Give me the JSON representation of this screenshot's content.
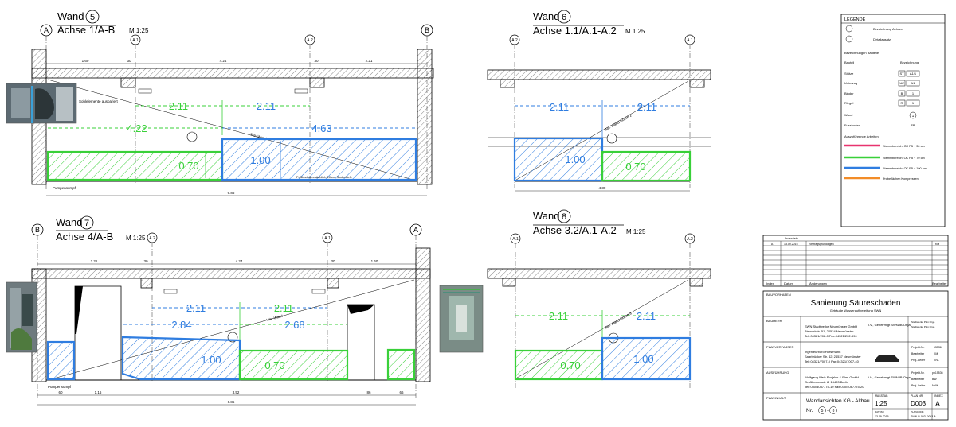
{
  "walls": [
    {
      "key": "w5",
      "num": "5",
      "title": "Wand",
      "axis": "Achse 1/A-B",
      "scale": "M 1:25",
      "axes": [
        "A",
        "A.1",
        "A.2",
        "B"
      ],
      "top_dims": [
        "1.60",
        "30",
        "4.24",
        "30",
        "2.21"
      ],
      "green_top": [
        "2.11",
        "2.11"
      ],
      "green_mid": "4.22",
      "blue_mid": "4.63",
      "green_zone": "0.70",
      "blue_zone": "1.00",
      "bottom_dim": "6.85",
      "note_left": "Sohlelemente auspariert",
      "note_pump": "Pumpensumpf",
      "note_floor": "Fußboden ursächlich 10 cm Sockeltiefe",
      "note_wall": "Wa- Wand"
    },
    {
      "key": "w6",
      "num": "6",
      "title": "Wand",
      "axis": "Achse 1.1/A.1-A.2",
      "scale": "M 1:25",
      "axes": [
        "A.2",
        "A.1"
      ],
      "green_top": [
        "2.11",
        "2.11"
      ],
      "green_zone": "0.70",
      "blue_zone": "1.00",
      "bottom_dim": "4.30",
      "note_wall": "Wa- Wand Achse 1"
    },
    {
      "key": "w7",
      "num": "7",
      "title": "Wand",
      "axis": "Achse 4/A-B",
      "scale": "M 1:25",
      "axes": [
        "B",
        "A.2",
        "A.1",
        "A"
      ],
      "top_dims": [
        "2.21",
        "30",
        "4.24",
        "30",
        "1.60"
      ],
      "green_top": [
        "2.11",
        "2.11"
      ],
      "blue_mid": "2.84",
      "green_mid": "2.68",
      "green_zone": "0.70",
      "blue_zone": "1.00",
      "bottom_dims": [
        "60",
        "1.16",
        "3.52",
        "86",
        "66"
      ],
      "bottom_dim": "6.85",
      "note_pump": "Pumpensumpf",
      "note_wall": "Wa- Wand"
    },
    {
      "key": "w8",
      "num": "8",
      "title": "Wand",
      "axis": "Achse 3.2/A.1-A.2",
      "scale": "M 1:25",
      "axes": [
        "A.1",
        "A.2"
      ],
      "green_top": [
        "2.11",
        "2.11"
      ],
      "green_zone": "0.70",
      "blue_zone": "1.00",
      "note_wall": "Wa- Wand Achse 3"
    }
  ],
  "legend": {
    "title": "LEGENDE",
    "axis_label": "Bezeichnung Achsen",
    "detail_label": "Detailansatz",
    "components_header": "Bezeichnungen Bauteile",
    "col_part": "Bauteil",
    "col_name": "Bezeichnung",
    "rows": [
      {
        "label": "Stütze",
        "code": "ST",
        "val": "A1/1"
      },
      {
        "label": "Unterzug",
        "code": "UZ",
        "val": "A1"
      },
      {
        "label": "Binder",
        "code": "B",
        "val": "1"
      },
      {
        "label": "Riegel",
        "code": "R",
        "val": "1"
      }
    ],
    "wall_label": "Wand",
    "wall_num": "1",
    "floor_label": "Fussboden",
    "floor_val": "FB",
    "works_header": "Auszuführende Arbeiten",
    "works": [
      {
        "color": "#e8336f",
        "text": "Stemmbereich: OK FB + 30 cm"
      },
      {
        "color": "#39d039",
        "text": "Stemmbereich: OK FB + 70 cm"
      },
      {
        "color": "#2f7de0",
        "text": "Stemmbereich: OK FB + 100 cm"
      },
      {
        "color": "#f28c28",
        "text": "Probeflächen Kompressen"
      }
    ]
  },
  "revisions": {
    "title": "Indexliste",
    "row1": [
      "A",
      "13.09.2016",
      "Vertragsgrundlagen",
      "KM"
    ],
    "footer": [
      "Index",
      "Datum",
      "Änderungen",
      "Bearbeiter"
    ]
  },
  "titleblock": {
    "project_label": "BAUVORHABEN",
    "project_title": "Sanierung Säureschaden",
    "project_sub": "Gebäude Wasserauflbereitung SWN",
    "client_label": "BAUHERR",
    "client_lines": [
      "SWN Stadtwerke Neumünster GmbH",
      "Bismarkstr. 51, 24534 Neumünster",
      "Tel.:04321/202-0 Fax:04321/202-390"
    ],
    "client_stamp": "i.V., Genehmigt SWN/IB-Orga",
    "client_right": [
      "Stadtwerke Plan Orga",
      "Stadtwerke Plan Orga"
    ],
    "planner_label": "PLANVERFASSER",
    "planner_lines": [
      "Ingenieurbüro Horstmann",
      "Saarbrücker Str. 42, 24537 Neumünster",
      "Tel.:04321/7007-0 Fax:04321/7007-40"
    ],
    "planner_right": [
      [
        "Projekt-Nr.",
        "15536"
      ],
      [
        "Bearbeiter",
        "KM"
      ],
      [
        "Proj.-Leiter",
        "KNL"
      ]
    ],
    "exec_label": "AUSFÜHRUNG",
    "exec_lines": [
      "Wolfgang Weik Projekts & Plan GmbH",
      "Großbeerenstr. 8, 13403 Berlin",
      "Tel.:030/4087775-10 Fax:030/4087775-20"
    ],
    "exec_stamp": "i.V., Genehmigt SWN/IB-Orga",
    "exec_right": [
      [
        "Projekt-Nr.",
        "pp15536"
      ],
      [
        "Bearbeiter",
        "BW"
      ],
      [
        "Proj.-Leiter",
        "NWK"
      ]
    ],
    "content_label": "PLANINHALT",
    "content_title": "Wandansichten KG - Altbau",
    "content_nr": "Nr.",
    "content_nums": [
      "5",
      "8"
    ],
    "scale_label": "MASSTAB",
    "scale_val": "1:25",
    "plan_label": "PLAN NR.",
    "plan_val": "D003",
    "index_label": "INDEX",
    "index_val": "A",
    "date_label": "DATUM",
    "date_val": "13.09.2016",
    "file_label": "PLANCODE",
    "file_val": "SWN-B-003-D003-A"
  }
}
